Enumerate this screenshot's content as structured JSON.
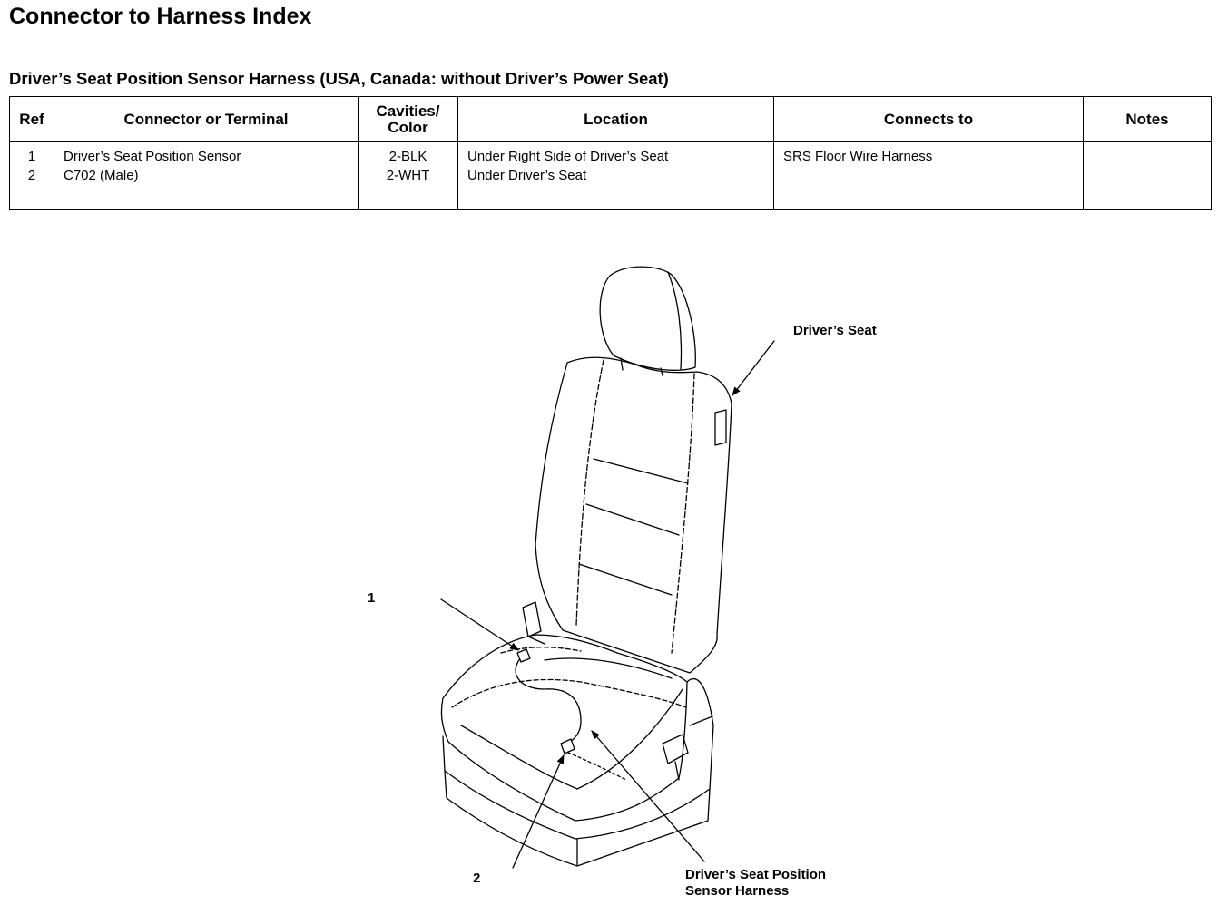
{
  "page_title": "Connector to Harness Index",
  "section_title": "Driver’s Seat Position Sensor Harness (USA, Canada: without Driver’s Power Seat)",
  "table": {
    "headers": {
      "ref": "Ref",
      "connector": "Connector or Terminal",
      "cavities_line1": "Cavities/",
      "cavities_line2": "Color",
      "location": "Location",
      "connects_to": "Connects to",
      "notes": "Notes"
    },
    "rows": [
      {
        "ref": "1",
        "connector": "Driver’s Seat Position Sensor",
        "cavities": "2-BLK",
        "location": "Under Right Side of Driver’s Seat",
        "connects_to": "",
        "notes": ""
      },
      {
        "ref": "2",
        "connector": "C702 (Male)",
        "cavities": "2-WHT",
        "location": "Under Driver’s Seat",
        "connects_to": "SRS Floor Wire Harness",
        "notes": ""
      }
    ]
  },
  "figure": {
    "callouts": {
      "drivers_seat": "Driver’s Seat",
      "ref1": "1",
      "ref2": "2",
      "harness_line1": "Driver’s Seat Position",
      "harness_line2": "Sensor Harness"
    }
  }
}
